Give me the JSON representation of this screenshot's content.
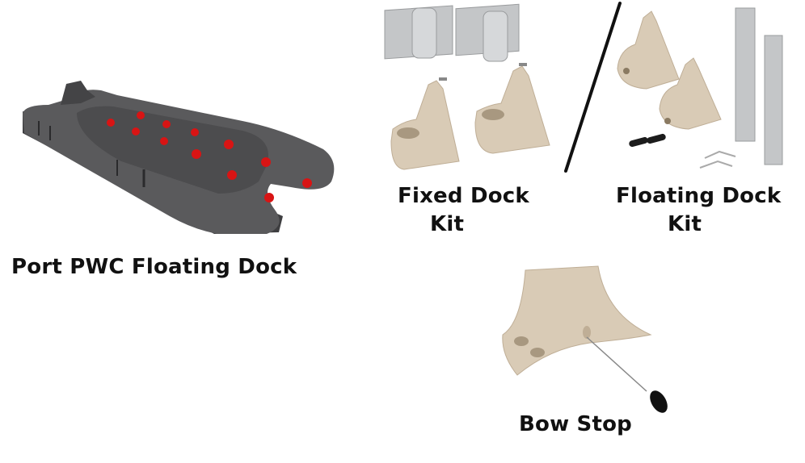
{
  "products": [
    {
      "id": "pwc-dock",
      "label": "Port PWC Floating Dock"
    },
    {
      "id": "fixed-kit",
      "label_line1": "Fixed Dock",
      "label_line2": "Kit"
    },
    {
      "id": "floating-kit",
      "label_line1": "Floating Dock",
      "label_line2": "Kit"
    },
    {
      "id": "bow-stop",
      "label": "Bow Stop"
    }
  ],
  "colors": {
    "dock_body": "#555557",
    "dock_top": "#6a6a6c",
    "roller_red": "#d81414",
    "tan_plastic": "#d9cbb6",
    "tan_shadow": "#bfae96",
    "galvanized": "#c4c6c8",
    "divider": "#111111",
    "text": "#111111"
  }
}
